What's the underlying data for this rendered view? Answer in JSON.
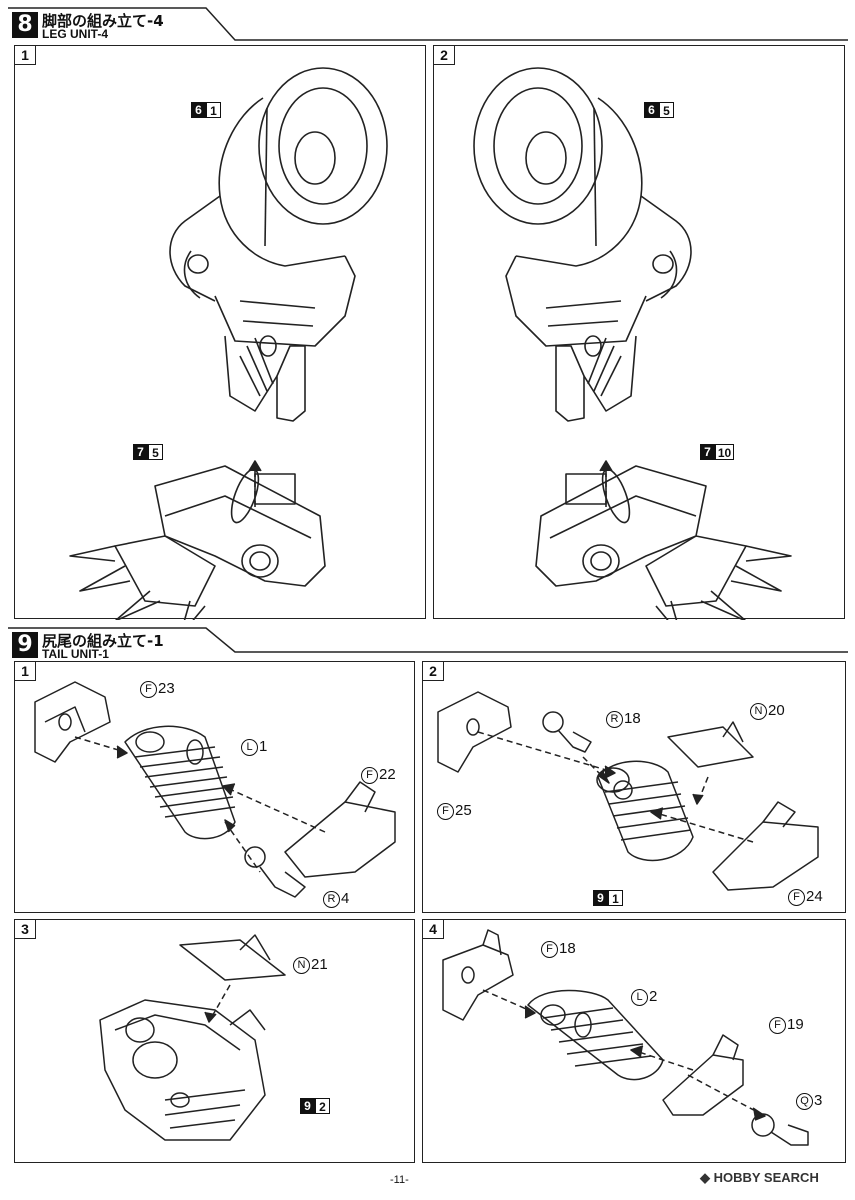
{
  "section8": {
    "number": "8",
    "title_jp": "脚部の組み立て-4",
    "title_en": "LEG UNIT-4",
    "panels": [
      {
        "num": "1",
        "refs": [
          {
            "a": "6",
            "b": "1"
          },
          {
            "a": "7",
            "b": "5"
          }
        ]
      },
      {
        "num": "2",
        "refs": [
          {
            "a": "6",
            "b": "5"
          },
          {
            "a": "7",
            "b": "10"
          }
        ]
      }
    ]
  },
  "section9": {
    "number": "9",
    "title_jp": "尻尾の組み立て-1",
    "title_en": "TAIL UNIT-1",
    "panels": [
      {
        "num": "1",
        "labels": [
          {
            "letter": "F",
            "num": "23"
          },
          {
            "letter": "L",
            "num": "1"
          },
          {
            "letter": "F",
            "num": "22"
          },
          {
            "letter": "R",
            "num": "4"
          }
        ]
      },
      {
        "num": "2",
        "labels": [
          {
            "letter": "R",
            "num": "18"
          },
          {
            "letter": "N",
            "num": "20"
          },
          {
            "letter": "F",
            "num": "25"
          },
          {
            "letter": "F",
            "num": "24"
          }
        ],
        "ref": {
          "a": "9",
          "b": "1"
        }
      },
      {
        "num": "3",
        "labels": [
          {
            "letter": "N",
            "num": "21"
          }
        ],
        "ref": {
          "a": "9",
          "b": "2"
        }
      },
      {
        "num": "4",
        "labels": [
          {
            "letter": "F",
            "num": "18"
          },
          {
            "letter": "L",
            "num": "2"
          },
          {
            "letter": "F",
            "num": "19"
          },
          {
            "letter": "Q",
            "num": "3"
          }
        ]
      }
    ]
  },
  "footer": {
    "page": "-11-"
  },
  "watermark": "HOBBY SEARCH"
}
